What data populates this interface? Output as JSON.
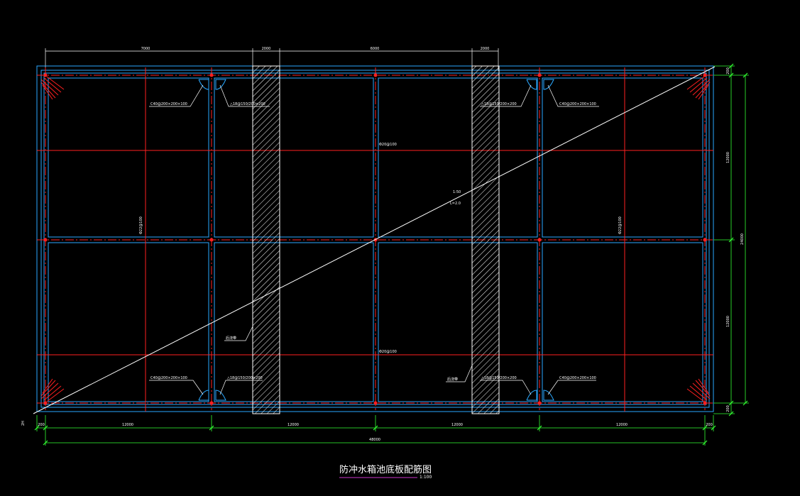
{
  "drawing": {
    "title": "防冲水箱池底板配筋图",
    "scale": "1:100",
    "colors": {
      "background": "#000000",
      "outline": "#2aa8ff",
      "axis": "#ff2020",
      "dimension": "#33ff33",
      "dimension_top": "#ffffff",
      "diagonal": "#ffffff",
      "title_underline": "#cc33cc"
    },
    "top_dimensions": [
      "7000",
      "2000",
      "6000",
      "2000"
    ],
    "bottom_dimensions": {
      "edge_left": "200",
      "spans": [
        "12000",
        "12000",
        "12000",
        "12000"
      ],
      "edge_right": "200",
      "total": "48000"
    },
    "right_dimensions": {
      "edge_top": "200",
      "spans": [
        "12000",
        "12000"
      ],
      "edge_bottom": "200",
      "total": "24000"
    },
    "callouts": {
      "corner_bracket": "C40@200×200×100",
      "beam_reinf": "△18@150/200×200",
      "vertical_reinf_left": "Φ22@100",
      "vertical_reinf_right": "Φ22@100",
      "horizontal_reinf_top": "Φ20@100",
      "horizontal_reinf_bottom": "Φ20@100",
      "diagonal_top": "1:50",
      "diagonal_bottom": "L=2.0",
      "hatch_label_left": "后浇带",
      "hatch_label_right": "后浇带",
      "origin_label": "2H"
    }
  }
}
